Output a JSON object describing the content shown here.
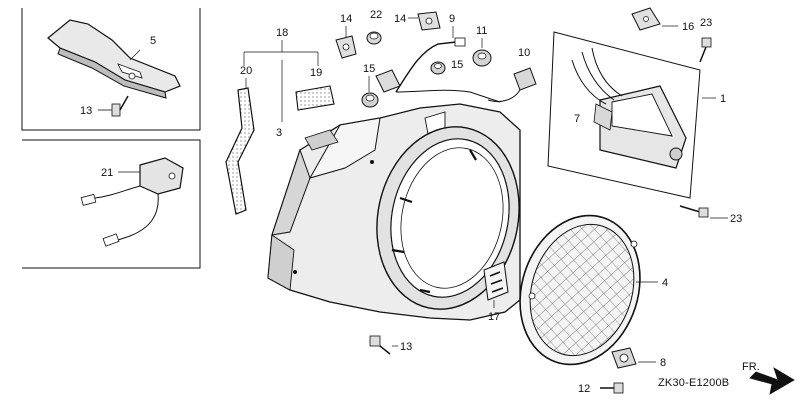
{
  "callouts": {
    "c1": "1",
    "c3": "3",
    "c4": "4",
    "c5": "5",
    "c7": "7",
    "c8": "8",
    "c9": "9",
    "c10": "10",
    "c11": "11",
    "c12": "12",
    "c13a": "13",
    "c13b": "13",
    "c14a": "14",
    "c14b": "14",
    "c15a": "15",
    "c15b": "15",
    "c16": "16",
    "c17": "17",
    "c18": "18",
    "c19": "19",
    "c20": "20",
    "c21": "21",
    "c22": "22",
    "c23a": "23",
    "c23b": "23"
  },
  "diagram_code": "ZK30-E1200B",
  "direction_label": "FR.",
  "colors": {
    "line": "#111111",
    "shade": "#cfcfcf",
    "paper": "#ffffff"
  }
}
